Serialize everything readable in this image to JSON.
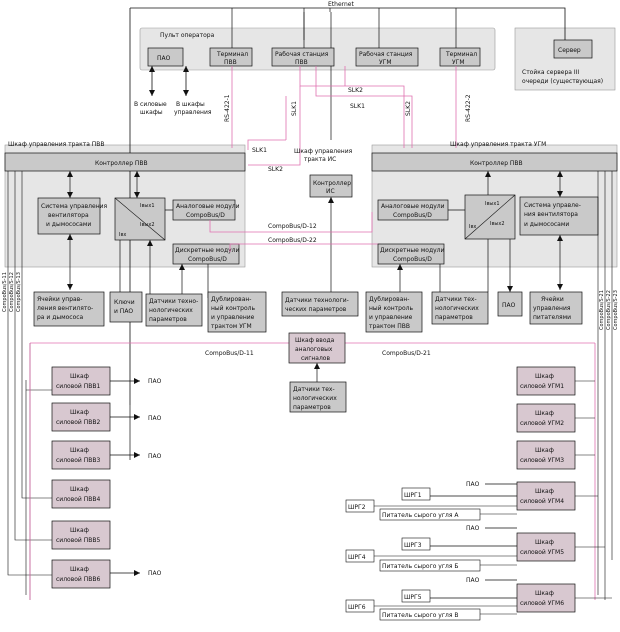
{
  "ethernet": "Ethernet",
  "operator_console": {
    "title": "Пульт оператора",
    "pao": "ПАО",
    "terminal_pvv": [
      "Терминал",
      "ПВВ"
    ],
    "workstation_pvv": [
      "Рабочая станция",
      "ПВВ"
    ],
    "workstation_ugm": [
      "Рабочая станция",
      "УГМ"
    ],
    "terminal_ugm": [
      "Терминал",
      "УГМ"
    ]
  },
  "server_rack": {
    "server": "Сервер",
    "caption": [
      "Стойка сервера III",
      "очереди (существующая)"
    ]
  },
  "to_power_cabinets": [
    "В силовые",
    "шкафы"
  ],
  "to_control_cabinets": [
    "В шкафы",
    "управления"
  ],
  "links": {
    "rs422_1": "RS-422-1",
    "rs422_2": "RS-422-2",
    "slk1": "SLK1",
    "slk2": "SLK2"
  },
  "cabinet_pvv": {
    "title": "Шкаф управления тракта ПВВ",
    "controller": "Контроллер ПВВ",
    "fan_system": [
      "Система управления",
      "вентилятора",
      "и дымососами"
    ],
    "analog": [
      "Аналоговые модули",
      "CompoBus/D"
    ],
    "discrete": [
      "Дискретные модули",
      "CompoBus/D"
    ],
    "switch_labels": [
      "Iвых1",
      "Iвых2",
      "Iвх"
    ]
  },
  "cabinet_is": {
    "title": [
      "Шкаф управления",
      "тракта ИС"
    ],
    "controller": [
      "Контроллер",
      "ИС"
    ]
  },
  "cabinet_ugm": {
    "title": "Шкаф управления тракта УГМ",
    "controller": "Контроллер ПВВ",
    "fan_system": [
      "Система управле-",
      "ния вентилятора",
      "и дымососами"
    ],
    "analog": [
      "Аналоговые модули",
      "CompoBus/D"
    ],
    "discrete": [
      "Дискретные модули",
      "CompoBus/D"
    ],
    "switch_labels": [
      "Iвых1",
      "Iвых2",
      "Iвх"
    ]
  },
  "bus": {
    "compobus_12": "CompoBus/D-12",
    "compobus_22": "CompoBus/D-22",
    "compobus_11": "CompoBus/D-11",
    "compobus_21": "CompoBus/D-21",
    "vertical_left": [
      "CompoBus/S-11",
      "CompoBus/S-12",
      "CompoBus/S-13"
    ],
    "vertical_right": [
      "CompoBus/S-21",
      "CompoBus/S-22",
      "CompoBus/S-23"
    ]
  },
  "lower_boxes": {
    "cells_left": [
      "Ячейки управ-",
      "ления вентилято-",
      "ра и дымососа"
    ],
    "keys": [
      "Ключи",
      "и ПАО"
    ],
    "sensors_left": [
      "Датчики техно-",
      "нологических",
      "параметров"
    ],
    "duplicated_ugm": [
      "Дублирован-",
      "ный контроль",
      "и управление",
      "трактом УГМ"
    ],
    "sensors_center": [
      "Датчики технологи-",
      "ческих параметров"
    ],
    "duplicated_pvv": [
      "Дублирован-",
      "ный контроль",
      "и управление",
      "трактом ПВВ"
    ],
    "sensors_right": [
      "Датчики тех-",
      "нологических",
      "параметров"
    ],
    "pao": "ПАО",
    "cells_right": [
      "Ячейки",
      "управления",
      "питателями"
    ]
  },
  "analog_input_cabinet": [
    "Шкаф ввода",
    "аналоговых",
    "сигналов"
  ],
  "sensors_bottom": [
    "Датчики тех-",
    "нологических",
    "параметров"
  ],
  "power_left": [
    {
      "line1": "Шкаф",
      "line2": "силовой ПВВ1"
    },
    {
      "line1": "Шкаф",
      "line2": "силовой ПВВ2"
    },
    {
      "line1": "Шкаф",
      "line2": "силовой ПВВ3"
    },
    {
      "line1": "Шкаф",
      "line2": "силовой ПВВ4"
    },
    {
      "line1": "Шкаф",
      "line2": "силовой ПВВ5"
    },
    {
      "line1": "Шкаф",
      "line2": "силовой ПВВ6"
    }
  ],
  "power_right": [
    {
      "line1": "Шкаф",
      "line2": "силовой УГМ1"
    },
    {
      "line1": "Шкаф",
      "line2": "силовой УГМ2"
    },
    {
      "line1": "Шкаф",
      "line2": "силовой УГМ3"
    },
    {
      "line1": "Шкаф",
      "line2": "силовой УГМ4"
    },
    {
      "line1": "Шкаф",
      "line2": "силовой УГМ5"
    },
    {
      "line1": "Шкаф",
      "line2": "силовой УГМ6"
    }
  ],
  "pao_label": "ПАО",
  "shrg": [
    "ШРГ1",
    "ШРГ2",
    "ШРГ3",
    "ШРГ4",
    "ШРГ5",
    "ШРГ6"
  ],
  "feeders": [
    "Питатель сырого угля А",
    "Питатель сырого угля Б",
    "Питатель сырого угля В"
  ],
  "colors": {
    "panel_fill": "#e6e6e6",
    "box_fill": "#c9c9c9",
    "power_fill": "#d8c8d0",
    "pink_line": "#e070b0",
    "line": "#111111"
  }
}
